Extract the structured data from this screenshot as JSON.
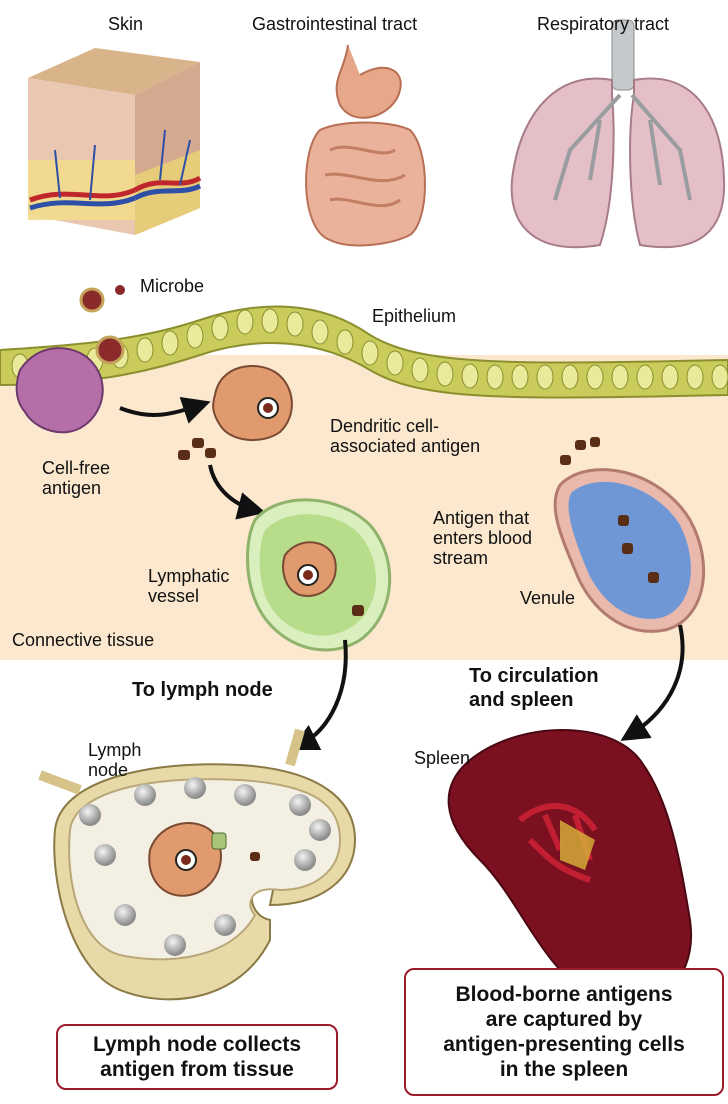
{
  "organs": {
    "skin": "Skin",
    "gi": "Gastrointestinal tract",
    "resp": "Respiratory tract"
  },
  "labels": {
    "microbe": "Microbe",
    "epithelium": "Epithelium",
    "dendritic": "Dendritic cell-\nassociated antigen",
    "cellfree": "Cell-free\nantigen",
    "antigen_blood": "Antigen that\nenters blood\nstream",
    "lymphatic": "Lymphatic\nvessel",
    "venule": "Venule",
    "connective": "Connective tissue",
    "to_lymph": "To lymph node",
    "to_circ": "To circulation\nand spleen",
    "lymph_node": "Lymph\nnode",
    "spleen": "Spleen"
  },
  "boxes": {
    "lymph_collects": "Lymph node collects\nantigen from tissue",
    "blood_borne": "Blood-borne antigens\nare captured by\nantigen-presenting cells\nin the spleen"
  },
  "colors": {
    "epithelium": "#c9cc5a",
    "tissue": "#fbe8cf",
    "dendritic": "#e09a6e",
    "lymphatic": "#cfe6a8",
    "venule": "#6f97d6",
    "spleen": "#7a1020",
    "box_border": "#9b1b2c"
  }
}
